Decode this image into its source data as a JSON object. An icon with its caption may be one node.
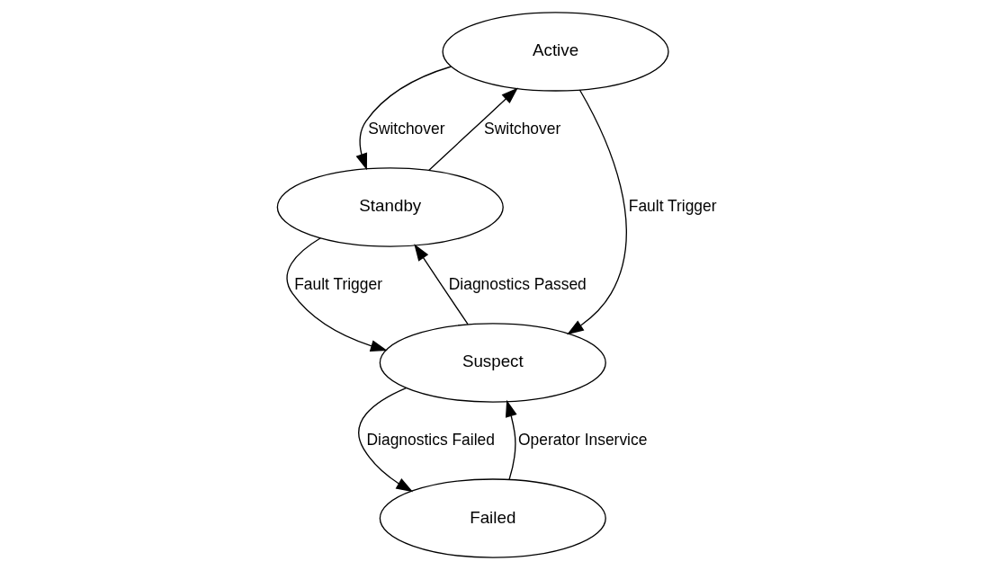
{
  "diagram": {
    "nodes": [
      {
        "text": [
          "Active"
        ]
      },
      {
        "text": [
          "Standby"
        ]
      },
      {
        "text": [
          "Suspect"
        ]
      },
      {
        "text": [
          "Failed"
        ]
      }
    ],
    "edges": [
      {
        "from": 0,
        "to": 1,
        "arrow": "to",
        "label": "Switchover"
      },
      {
        "from": 1,
        "to": 0,
        "arrow": "to",
        "label": "Switchover"
      },
      {
        "from": 0,
        "to": 2,
        "arrow": "to",
        "label": "Fault Trigger"
      },
      {
        "from": 1,
        "to": 2,
        "arrow": "to",
        "label": "Fault Trigger"
      },
      {
        "from": 2,
        "to": 1,
        "arrow": "to",
        "label": "Diagnostics Passed"
      },
      {
        "from": 2,
        "to": 3,
        "arrow": "to",
        "label": "Diagnostics Failed"
      },
      {
        "from": 3,
        "to": 2,
        "arrow": "to",
        "label": "Operator Inservice"
      }
    ]
  }
}
